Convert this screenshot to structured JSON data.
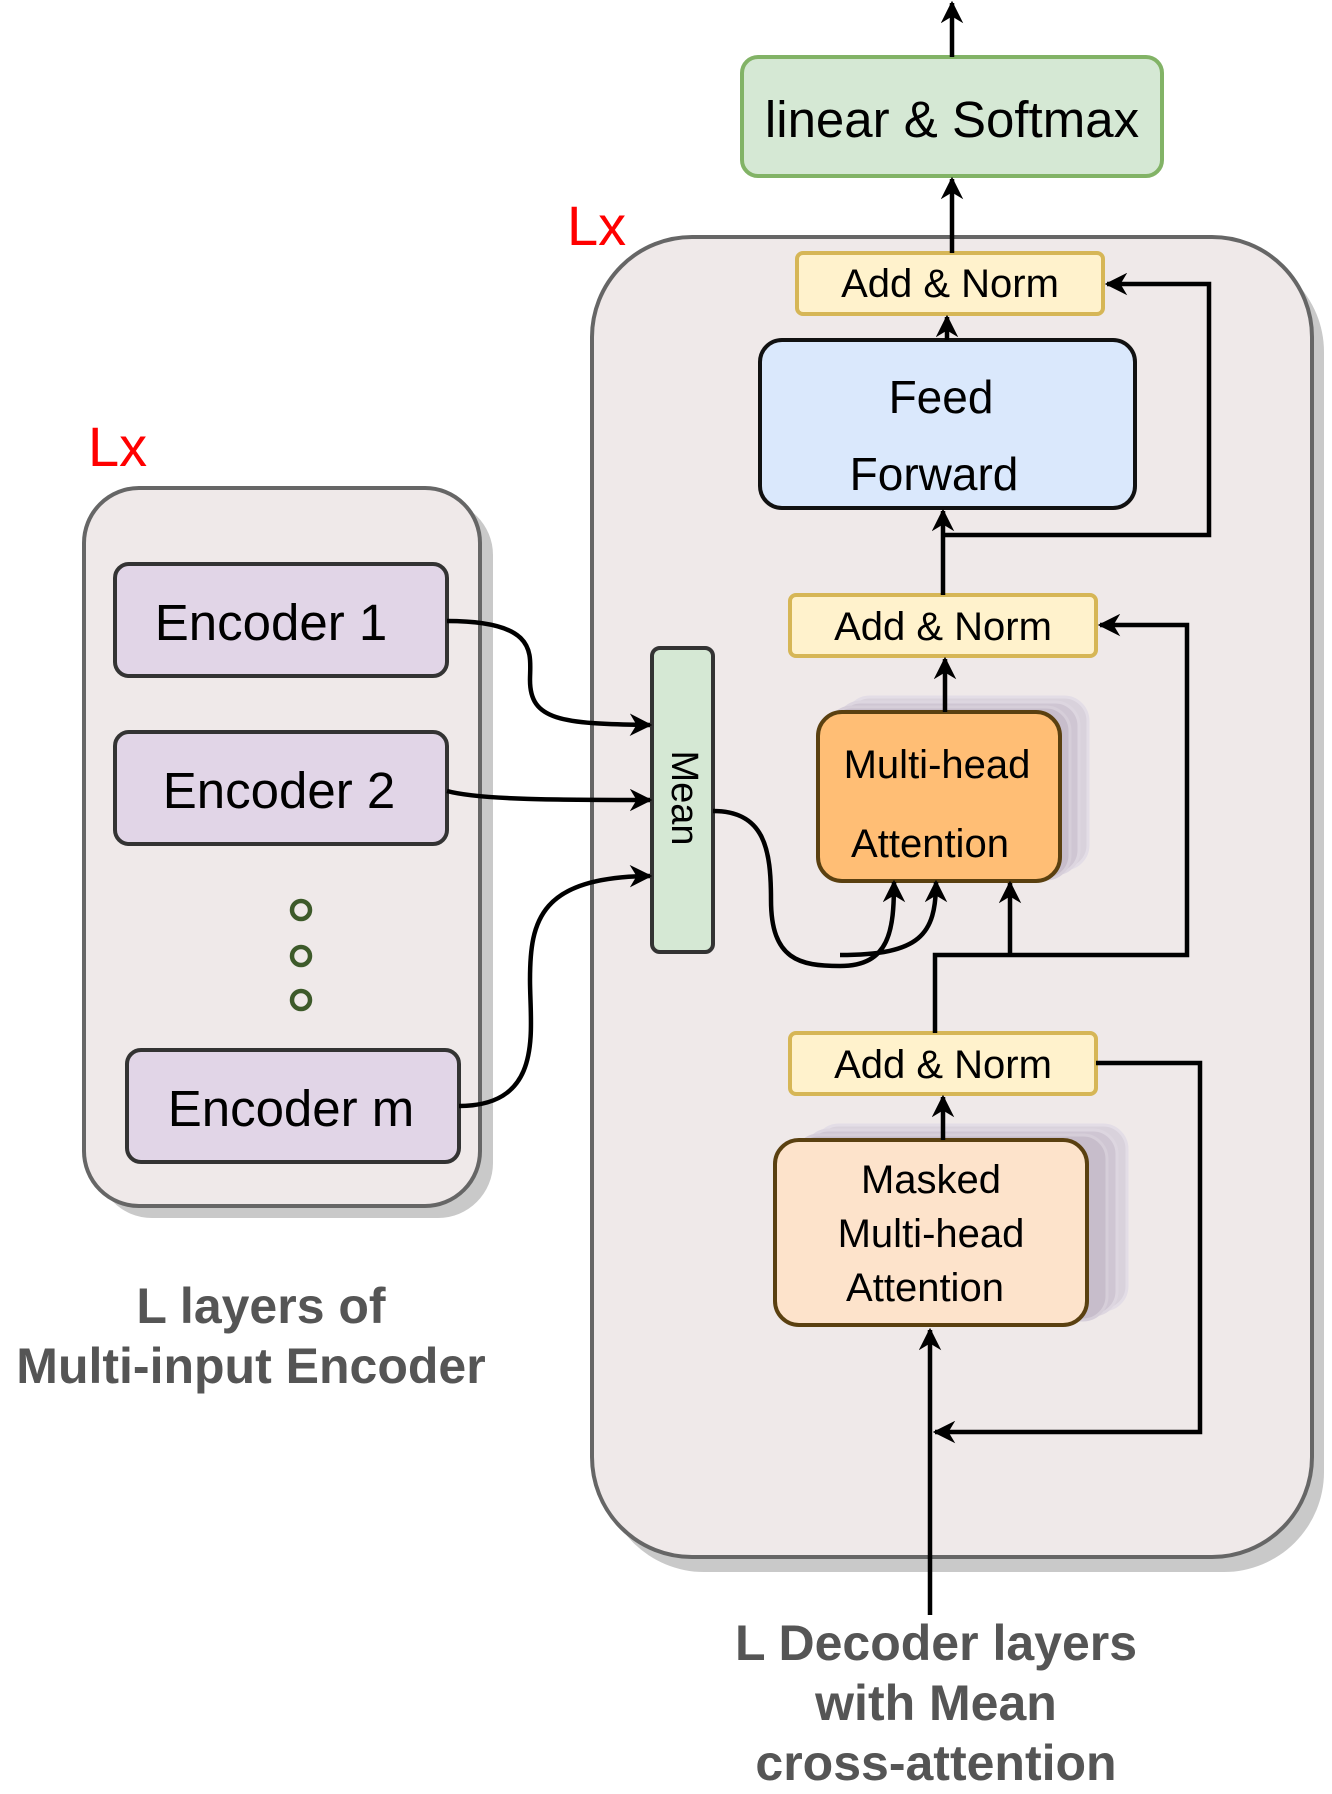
{
  "encoder": {
    "repeat_label": "Lx",
    "items": [
      "Encoder 1",
      "Encoder 2",
      "Encoder m"
    ],
    "caption_line1": "L layers of",
    "caption_line2": "Multi-input Encoder"
  },
  "mean_label": "Mean",
  "decoder": {
    "repeat_label": "Lx",
    "add_norm_top": "Add & Norm",
    "feed_forward_line1": "Feed",
    "feed_forward_line2": "Forward",
    "add_norm_mid": "Add & Norm",
    "cross_attention_line1": "Multi-head",
    "cross_attention_line2": "Attention",
    "add_norm_bottom": "Add & Norm",
    "masked_line1": "Masked",
    "masked_line2": "Multi-head",
    "masked_line3": "Attention",
    "caption_line1": "L Decoder layers",
    "caption_line2": "with Mean",
    "caption_line3": "cross-attention"
  },
  "output_label": "linear & Softmax",
  "colors": {
    "repeat_label": "#ff0000",
    "container_fill": "#efe9e9",
    "encoder_fill": "#e1d5e7",
    "mean_fill": "#d5e8d4",
    "output_fill": "#d5e8d4",
    "add_norm_fill": "#fff2cc",
    "feed_forward_fill": "#dae8fc",
    "cross_attention_fill": "#ffbe75",
    "masked_attention_fill": "#fde3cb",
    "caption": "#555555"
  }
}
